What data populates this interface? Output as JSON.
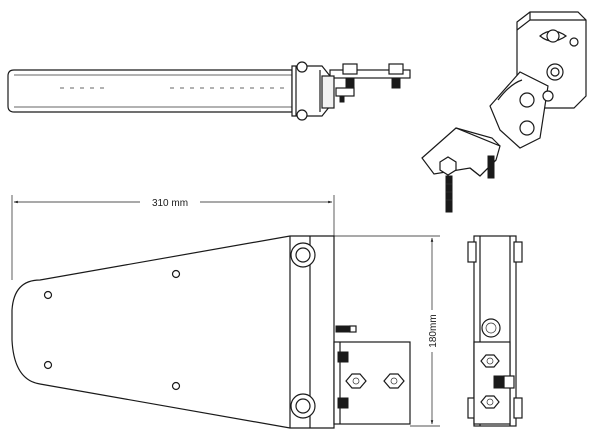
{
  "dimensions": {
    "width_label": "310 mm",
    "height_label": "180mm"
  },
  "views": [
    "top-view",
    "isometric-view",
    "front-view",
    "side-view"
  ]
}
